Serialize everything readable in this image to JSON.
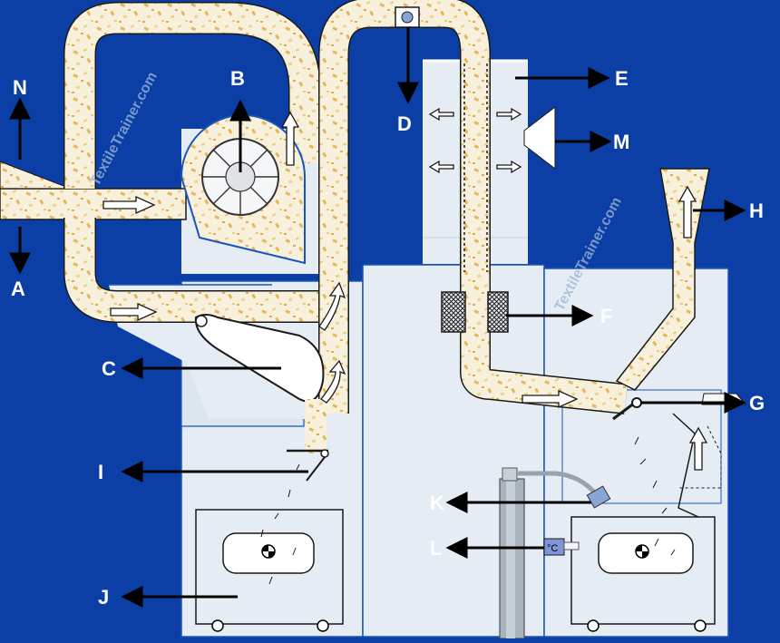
{
  "labels": {
    "A": "A",
    "B": "B",
    "C": "C",
    "D": "D",
    "E": "E",
    "F": "F",
    "G": "G",
    "H": "H",
    "I": "I",
    "J": "J",
    "K": "K",
    "L": "L",
    "M": "M",
    "N": "N"
  },
  "watermark": "TextileTrainer.com",
  "thermo_text": "°C",
  "colors": {
    "background": "#0b3fa6",
    "machine": "#e6ecf3",
    "duct_fill": "#f7f0dd",
    "fiber_fleck": "#e7b85a",
    "outline": "#1a1a1a",
    "frame_blue": "#1a56b8",
    "arrow": "#000000",
    "label": "#ffffff"
  }
}
